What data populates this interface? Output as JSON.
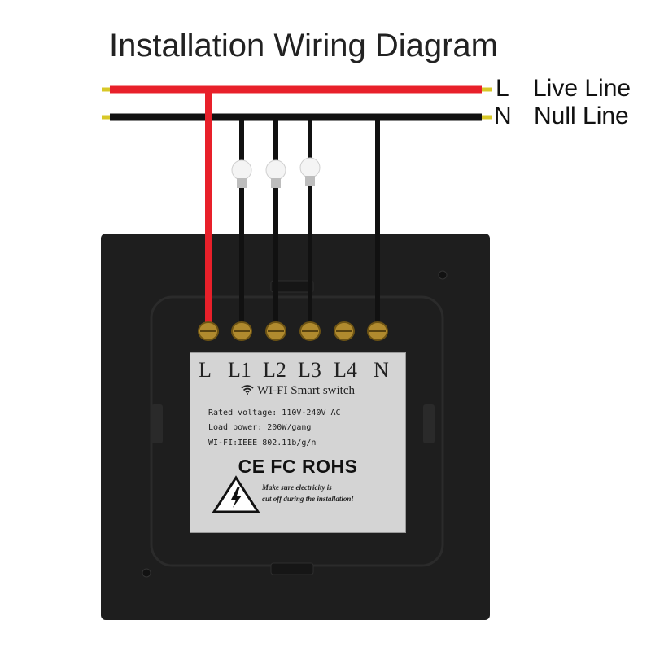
{
  "diagram": {
    "title": "Installation Wiring Diagram",
    "lines": [
      {
        "letter": "L",
        "name": "Live Line",
        "color": "#e8202a"
      },
      {
        "letter": "N",
        "name": "Null Line",
        "color": "#111111"
      }
    ],
    "wire_end_color": "#d8c828"
  },
  "device": {
    "body_color": "#1e1e1e",
    "terminals": [
      "L",
      "L1",
      "L2",
      "L3",
      "L4",
      "N"
    ],
    "label": {
      "product": "WI-FI Smart switch",
      "rated_voltage": "Rated voltage: 110V-240V AC",
      "load_power": "Load power: 200W/gang",
      "wifi": "WI-FI:IEEE 802.11b/g/n",
      "certifications": "CE FC ROHS",
      "warning_line1": "Make sure electricity is",
      "warning_line2": "cut off during the installation!"
    }
  }
}
